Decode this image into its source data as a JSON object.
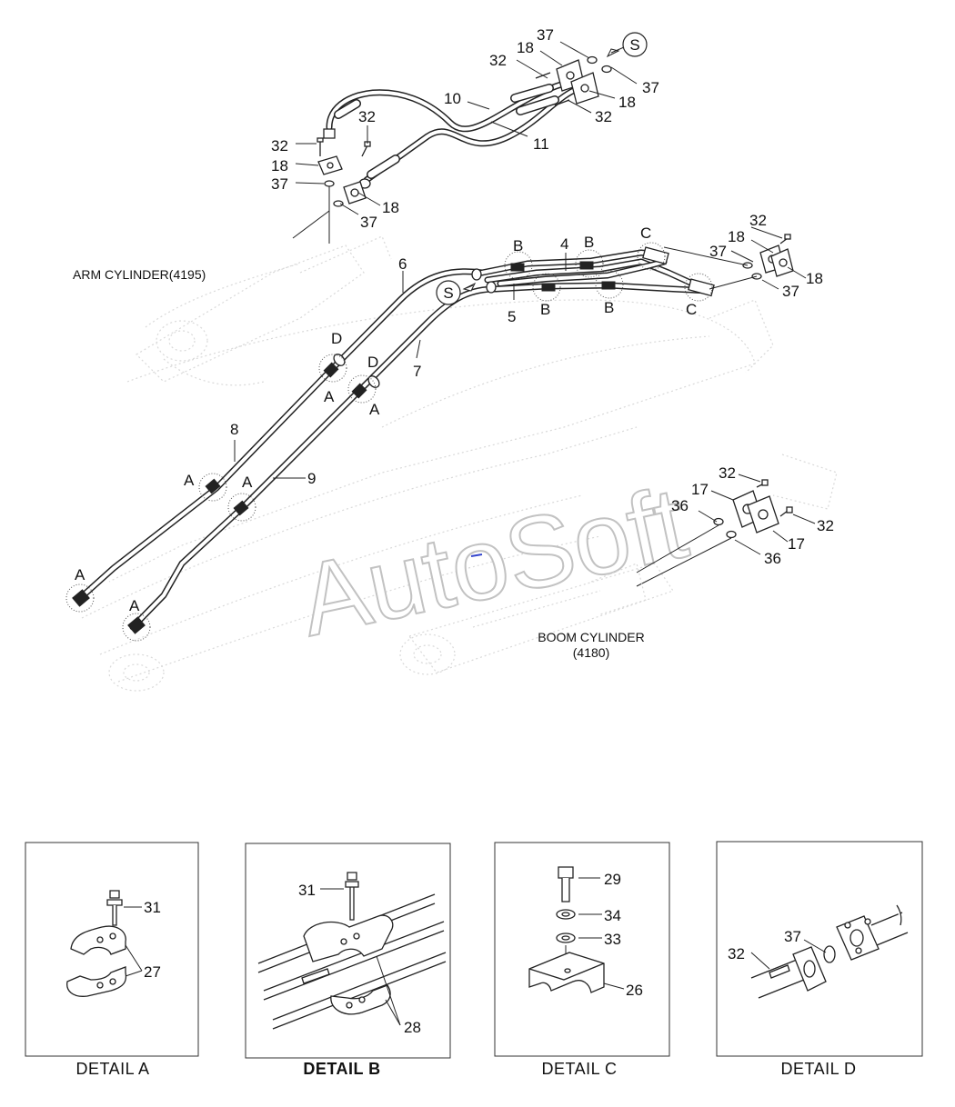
{
  "watermark": "AutoSoft",
  "labels": {
    "arm_cylinder": "ARM CYLINDER(4195)",
    "boom_cylinder_1": "BOOM CYLINDER",
    "boom_cylinder_2": "(4180)",
    "s": "S"
  },
  "callouts": {
    "n4": "4",
    "n5": "5",
    "n6": "6",
    "n7": "7",
    "n8": "8",
    "n9": "9",
    "n10": "10",
    "n11": "11",
    "n17": "17",
    "n18": "18",
    "n26": "26",
    "n27": "27",
    "n28": "28",
    "n29": "29",
    "n31": "31",
    "n32": "32",
    "n33": "33",
    "n34": "34",
    "n36": "36",
    "n37": "37",
    "a": "A",
    "b": "B",
    "c": "C",
    "d": "D"
  },
  "details": {
    "a": "DETAIL  A",
    "b": "DETAIL  B",
    "c": "DETAIL  C",
    "d": "DETAIL  D"
  }
}
